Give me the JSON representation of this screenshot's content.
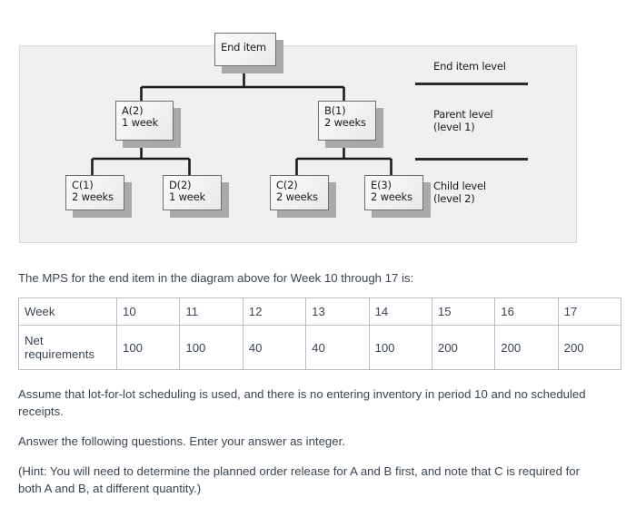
{
  "figure": {
    "name": "bill-of-materials-product-structure-tree",
    "nodes": {
      "end_item": {
        "label": "End item",
        "detail": ""
      },
      "a": {
        "label": "A(2)",
        "detail": "1 week"
      },
      "b": {
        "label": "B(1)",
        "detail": "2 weeks"
      },
      "c_left": {
        "label": "C(1)",
        "detail": "2 weeks"
      },
      "d": {
        "label": "D(2)",
        "detail": "1 week"
      },
      "c_right": {
        "label": "C(2)",
        "detail": "2 weeks"
      },
      "e": {
        "label": "E(3)",
        "detail": "2 weeks"
      }
    },
    "legend": {
      "end_item_level": "End item level",
      "parent_level_line1": "Parent level",
      "parent_level_line2": "(level 1)",
      "child_level_line1": "Child level",
      "child_level_line2": "(level 2)"
    },
    "colors": {
      "panel_background": "#f0f0f0",
      "box_border": "#6e6e6e",
      "box_shadow": "#a9a9a9",
      "connector": "#1b1b1b"
    }
  },
  "prose": {
    "intro": "The MPS for the end item in the diagram above for Week 10 through 17 is:",
    "assumption": "Assume that lot-for-lot scheduling is used, and there is no entering inventory in period 10 and no scheduled receipts.",
    "instruction": "Answer the following questions. Enter your answer as integer.",
    "hint": "(Hint: You will need to determine the planned order release for A and B first, and note that C is required for both A and B, at different quantity.)"
  },
  "mps_table": {
    "name": "master-production-schedule",
    "row_labels": {
      "week": "Week",
      "net_requirements": "Net requirements"
    },
    "weeks": [
      "10",
      "11",
      "12",
      "13",
      "14",
      "15",
      "16",
      "17"
    ],
    "net_requirements": [
      "100",
      "100",
      "40",
      "40",
      "100",
      "200",
      "200",
      "200"
    ]
  }
}
